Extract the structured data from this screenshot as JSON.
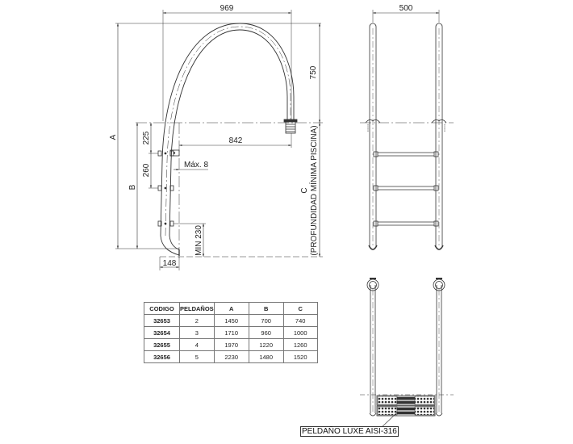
{
  "side_view": {
    "dim_width_top": "969",
    "dim_height_handrail": "750",
    "dim_reach": "842",
    "dim_anchor_to_first_step": "225",
    "dim_step_spacing": "260",
    "dim_wall_gap": "Máx. 8",
    "dim_min_bottom": "MIN 230",
    "dim_foot_width": "148",
    "label_A": "A",
    "label_B": "B",
    "label_C": "C",
    "label_C_note": "(PROFUNDIDAD MÍNIMA PISCINA)"
  },
  "front_view": {
    "dim_width": "500",
    "steps": 3
  },
  "spec_table": {
    "headers": [
      "CODIGO",
      "PELDAÑOS",
      "A",
      "B",
      "C"
    ],
    "rows": [
      [
        "32653",
        "2",
        "1450",
        "700",
        "740"
      ],
      [
        "32654",
        "3",
        "1710",
        "960",
        "1000"
      ],
      [
        "32655",
        "4",
        "1970",
        "1220",
        "1260"
      ],
      [
        "32656",
        "5",
        "2230",
        "1480",
        "1520"
      ]
    ]
  },
  "top_view": {
    "callout": "PELDAÑO LUXE AISI-316"
  },
  "colors": {
    "line": "#333333",
    "background": "#ffffff"
  }
}
